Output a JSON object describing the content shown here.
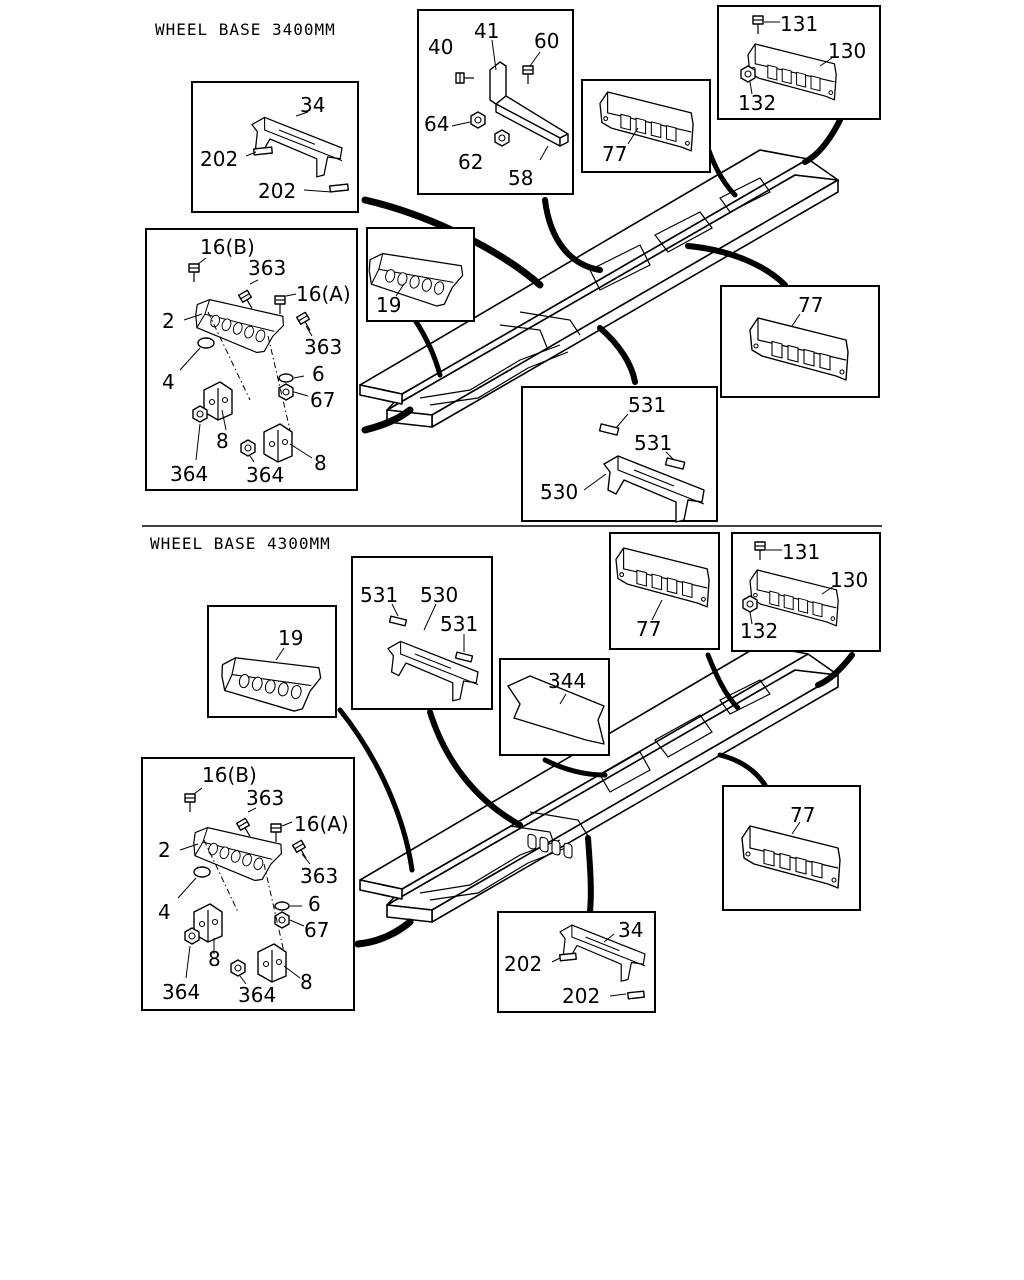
{
  "sections": [
    {
      "title": "WHEEL BASE 3400MM"
    },
    {
      "title": "WHEEL BASE 4300MM"
    }
  ],
  "callouts": {
    "u_34": "34",
    "u_202a": "202",
    "u_202b": "202",
    "u_40": "40",
    "u_41": "41",
    "u_60": "60",
    "u_64": "64",
    "u_62": "62",
    "u_58": "58",
    "u_77a": "77",
    "u_131": "131",
    "u_130": "130",
    "u_132": "132",
    "u_16b": "16(B)",
    "u_363a": "363",
    "u_16a": "16(A)",
    "u_2": "2",
    "u_363b": "363",
    "u_6": "6",
    "u_4": "4",
    "u_67": "67",
    "u_8a": "8",
    "u_364a": "364",
    "u_364b": "364",
    "u_8b": "8",
    "u_19": "19",
    "u_77b": "77",
    "u_531a": "531",
    "u_531b": "531",
    "u_530": "530",
    "l_19": "19",
    "l_531a": "531",
    "l_530": "530",
    "l_531b": "531",
    "l_344": "344",
    "l_77a": "77",
    "l_131": "131",
    "l_130": "130",
    "l_132": "132",
    "l_16b": "16(B)",
    "l_363a": "363",
    "l_16a": "16(A)",
    "l_2": "2",
    "l_363b": "363",
    "l_6": "6",
    "l_4": "4",
    "l_67": "67",
    "l_8a": "8",
    "l_364a": "364",
    "l_364b": "364",
    "l_8b": "8",
    "l_77b": "77",
    "l_34": "34",
    "l_202a": "202",
    "l_202b": "202"
  }
}
